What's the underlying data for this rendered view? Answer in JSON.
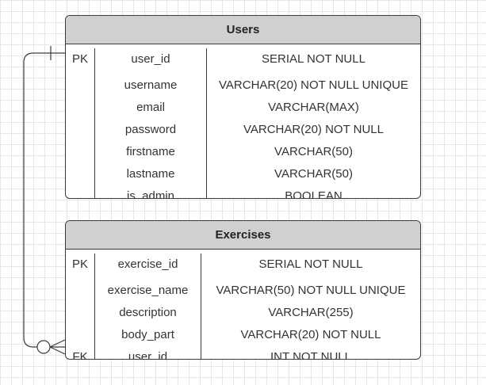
{
  "diagram": {
    "entities": [
      {
        "title": "Users",
        "rows": [
          {
            "key": "PK",
            "name": "user_id",
            "type": "SERIAL NOT NULL"
          },
          {
            "key": "",
            "name": "username",
            "type": "VARCHAR(20) NOT NULL UNIQUE"
          },
          {
            "key": "",
            "name": "email",
            "type": "VARCHAR(MAX)"
          },
          {
            "key": "",
            "name": "password",
            "type": "VARCHAR(20) NOT NULL"
          },
          {
            "key": "",
            "name": "firstname",
            "type": "VARCHAR(50)"
          },
          {
            "key": "",
            "name": "lastname",
            "type": "VARCHAR(50)"
          },
          {
            "key": "",
            "name": "is_admin",
            "type": "BOOLEAN"
          }
        ]
      },
      {
        "title": "Exercises",
        "rows": [
          {
            "key": "PK",
            "name": "exercise_id",
            "type": "SERIAL NOT NULL"
          },
          {
            "key": "",
            "name": "exercise_name",
            "type": "VARCHAR(50) NOT NULL UNIQUE"
          },
          {
            "key": "",
            "name": "description",
            "type": "VARCHAR(255)"
          },
          {
            "key": "",
            "name": "body_part",
            "type": "VARCHAR(20) NOT NULL"
          },
          {
            "key": "FK",
            "name": "user_id",
            "type": "INT NOT NULL"
          }
        ]
      }
    ],
    "relationship": {
      "from_cardinality": "one",
      "to_cardinality": "zero-or-many",
      "line_color": "#3a3a3a"
    }
  }
}
